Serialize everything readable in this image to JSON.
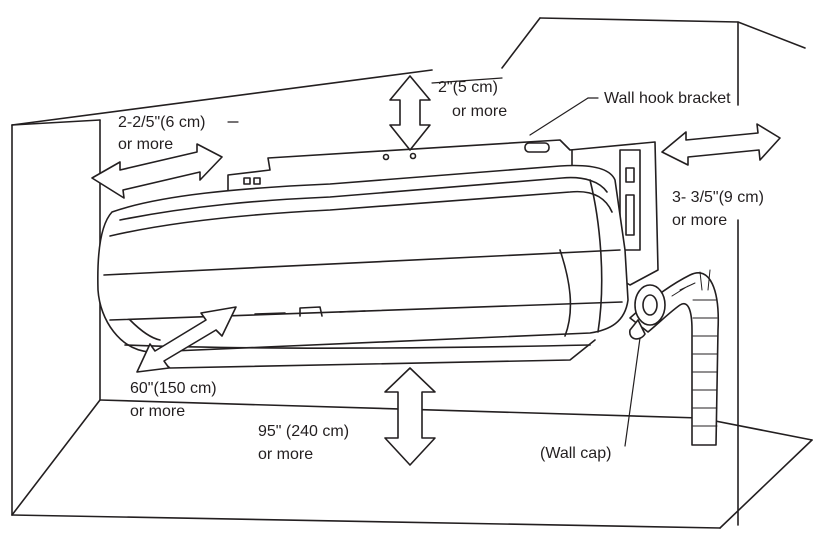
{
  "labels": {
    "top_clearance_value": "2\"(5 cm)",
    "top_clearance_note": "or more",
    "wall_hook_bracket": "Wall hook bracket",
    "left_clearance_value": "2-2/5\"(6 cm)",
    "left_clearance_note": "or more",
    "right_clearance_value": "3- 3/5\"(9 cm)",
    "right_clearance_note": "or more",
    "front_clearance_value": "60\"(150 cm)",
    "front_clearance_note": "or more",
    "floor_clearance_value": "95\" (240 cm)",
    "floor_clearance_note": "or more",
    "wall_cap": "(Wall cap)"
  },
  "colors": {
    "line": "#231f20",
    "fill": "#ffffff"
  }
}
